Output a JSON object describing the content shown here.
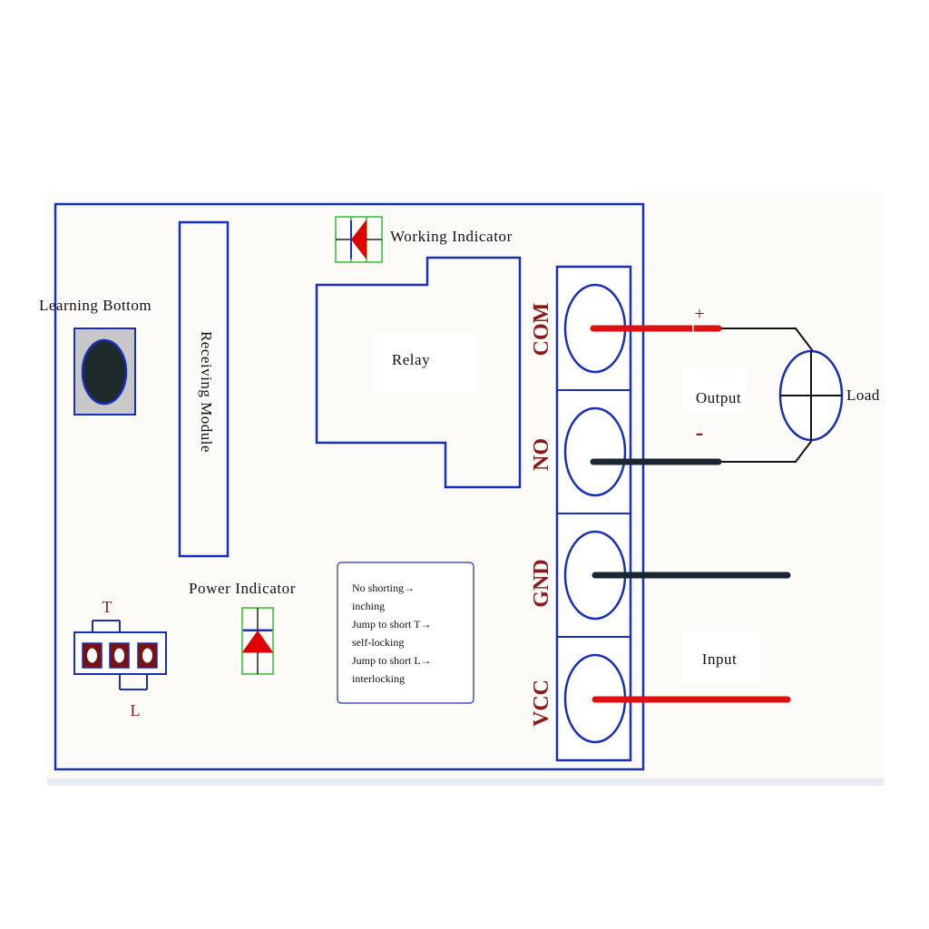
{
  "labels": {
    "learning": "Learning Bottom",
    "receiving": "Receiving Module",
    "working": "Working Indicator",
    "relay": "Relay",
    "power": "Power Indicator",
    "jumper_t": "T",
    "jumper_l": "L",
    "output": "Output",
    "load": "Load",
    "input": "Input",
    "plus": "+",
    "minus": "-"
  },
  "terminals": [
    "COM",
    "NO",
    "GND",
    "VCC"
  ],
  "notes": [
    "No shorting→",
    "inching",
    "Jump to short T→",
    "self-locking",
    "Jump to short L→",
    "interlocking"
  ],
  "colors": {
    "board": "#1a2fb8",
    "wire_red": "#e01010",
    "wire_dark": "#1a2733",
    "terminal_text": "#8b1a1a",
    "led_red": "#e00000",
    "led_grid_green": "#33bb33",
    "pin_fill": "#7a1010"
  }
}
